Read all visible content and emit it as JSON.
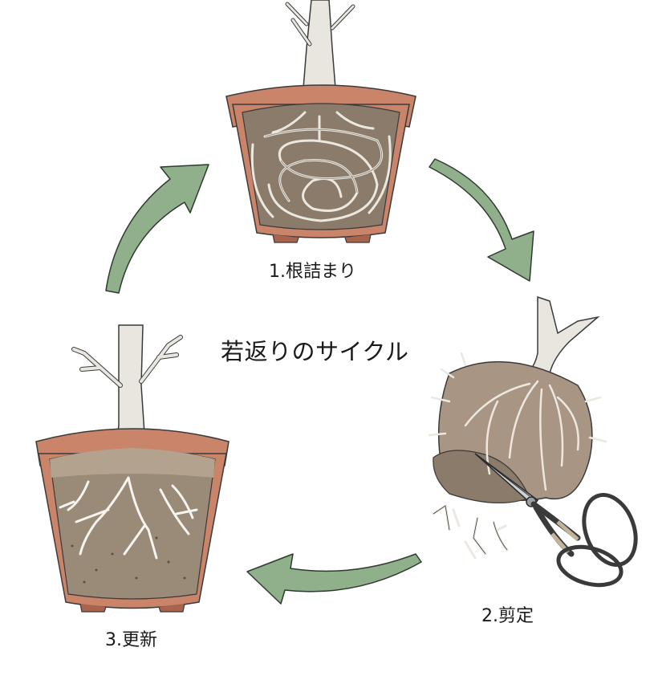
{
  "diagram": {
    "title": "若返りのサイクル",
    "type": "cycle",
    "steps": [
      {
        "number": 1,
        "label": "1.根詰まり",
        "illustration": "root-bound-pot-icon"
      },
      {
        "number": 2,
        "label": "2.剪定",
        "illustration": "root-ball-pruning-icon"
      },
      {
        "number": 3,
        "label": "3.更新",
        "illustration": "repotted-tree-icon"
      }
    ],
    "arrows": [
      {
        "from": 1,
        "to": 2,
        "direction": "clockwise"
      },
      {
        "from": 2,
        "to": 3,
        "direction": "clockwise"
      },
      {
        "from": 3,
        "to": 1,
        "direction": "clockwise"
      }
    ],
    "colors": {
      "arrow_fill": "#8fb08b",
      "arrow_stroke": "#2f3a2e",
      "pot": "#c98469",
      "pot_dark": "#a8644c",
      "soil": "#8a7b6a",
      "root": "#ece8df",
      "text": "#1a1a1a"
    }
  }
}
